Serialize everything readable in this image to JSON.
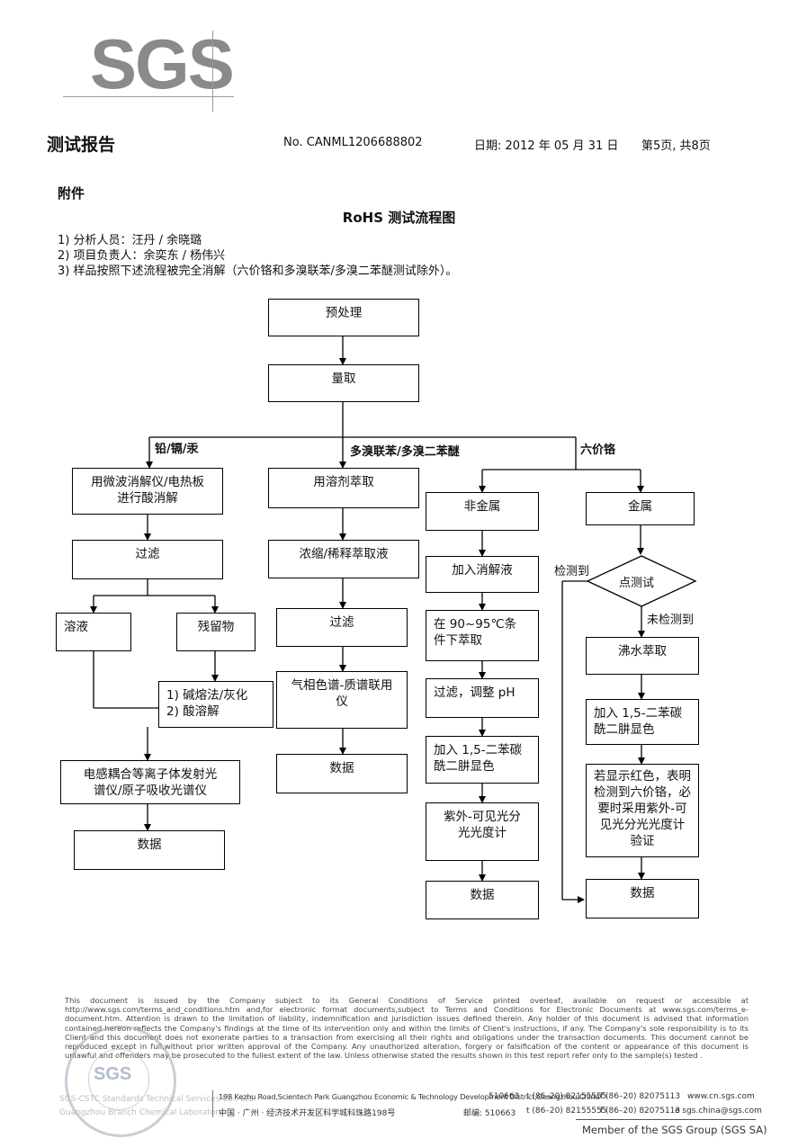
{
  "logo": {
    "text": "SGS"
  },
  "header": {
    "title": "测试报告",
    "report_no": "No. CANML1206688802",
    "date": "日期: 2012 年 05 月 31 日",
    "page": "第5页, 共8页"
  },
  "annex": "附件",
  "flow_title": "RoHS 测试流程图",
  "notes": [
    "1) 分析人员：汪丹 / 余晓璐",
    "2) 项目负责人：余奕东 / 杨伟兴",
    "3) 样品按照下述流程被完全消解（六价铬和多溴联苯/多溴二苯醚测试除外）。"
  ],
  "flow": {
    "pretreat": "预处理",
    "weigh": "量取",
    "branch_labels": {
      "pb_cd_hg": "铅/镉/汞",
      "pbb_pbde": "多溴联苯/多溴二苯醚",
      "cr6": "六价铬"
    },
    "col1": {
      "digest_line1": "用微波消解仪/电热板",
      "digest_line2": "进行酸消解",
      "filter": "过滤",
      "solution": "溶液",
      "residue": "残留物",
      "alkali_1": "1) 碱熔法/灰化",
      "alkali_2": "2) 酸溶解",
      "icp_line1": "电感耦合等离子体发射光",
      "icp_line2": "谱仪/原子吸收光谱仪",
      "data": "数据"
    },
    "col2": {
      "extract": "用溶剂萃取",
      "concentrate": "浓缩/稀释萃取液",
      "filter": "过滤",
      "gcms_line1": "气相色谱-质谱联用",
      "gcms_line2": "仪",
      "data": "数据"
    },
    "col3": {
      "nonmetal": "非金属",
      "add_digest": "加入消解液",
      "extract_line1": "在 90~95℃条",
      "extract_line2": "件下萃取",
      "filter_ph": "过滤，调整 pH",
      "color_line1": "加入 1,5-二苯碳",
      "color_line2": "酰二肼显色",
      "uv_line1": "紫外-可见光分",
      "uv_line2": "光光度计",
      "data": "数据"
    },
    "col4": {
      "metal": "金属",
      "spot_test": "点测试",
      "detected": "检测到",
      "not_detected": "未检测到",
      "boil": "沸水萃取",
      "color_line1": "加入 1,5-二苯碳",
      "color_line2": "酰二肼显色",
      "red_line1": "若显示红色，表明",
      "red_line2": "检测到六价铬，必",
      "red_line3": "要时采用紫外-可",
      "red_line4": "见光分光光度计",
      "red_line5": "验证",
      "data": "数据"
    }
  },
  "footer": {
    "disclaimer": "This document is issued by the Company subject to its General Conditions of Service printed overleaf, available on request or accessible at http://www.sgs.com/terms_and_conditions.htm and,for electronic format documents,subject to Terms and Conditions for Electronic Documents at www.sgs.com/terms_e-document.htm. Attention is drawn to the limitation of liability, indemnification and jurisdiction issues defined therein. Any holder of this document is advised that information contained hereon reflects the Company's findings at the time of its intervention only and within the limits of Client's instructions, if any. The Company's sole responsibility is to its Client and this document does not exonerate parties to a transaction from exercising all their rights and obligations under the transaction documents. This document cannot be reproduced except in full,without prior written approval of the Company. Any unauthorized alteration, forgery or falsification of the content or appearance of this document is unlawful and offenders may be prosecuted to the fullest extent of the law. Unless otherwise stated the results shown in this test report refer only to the sample(s) tested .",
    "company_en": "SGS-CSTC Standards Technical Services Co., Ltd.",
    "company_lab": "Guangzhou Branch Chemical Laboratory",
    "addr_en": "198 Kezhu Road,Scientech Park Guangzhou Economic & Technology Development District,Guangzhou,China",
    "postcode_en": "510663",
    "tel_en": "t (86–20) 82155555",
    "fax_en": "f (86–20) 82075113",
    "web": "www.cn.sgs.com",
    "addr_cn": "中国 · 广州 · 经济技术开发区科学城科珠路198号",
    "postcode_cn": "邮编: 510663",
    "tel_cn": "t (86–20) 82155555",
    "fax_cn": "f (86–20) 82075113",
    "email": "e  sgs.china@sgs.com",
    "member": "Member of the SGS Group (SGS SA)",
    "stamp_text": "SGS"
  }
}
